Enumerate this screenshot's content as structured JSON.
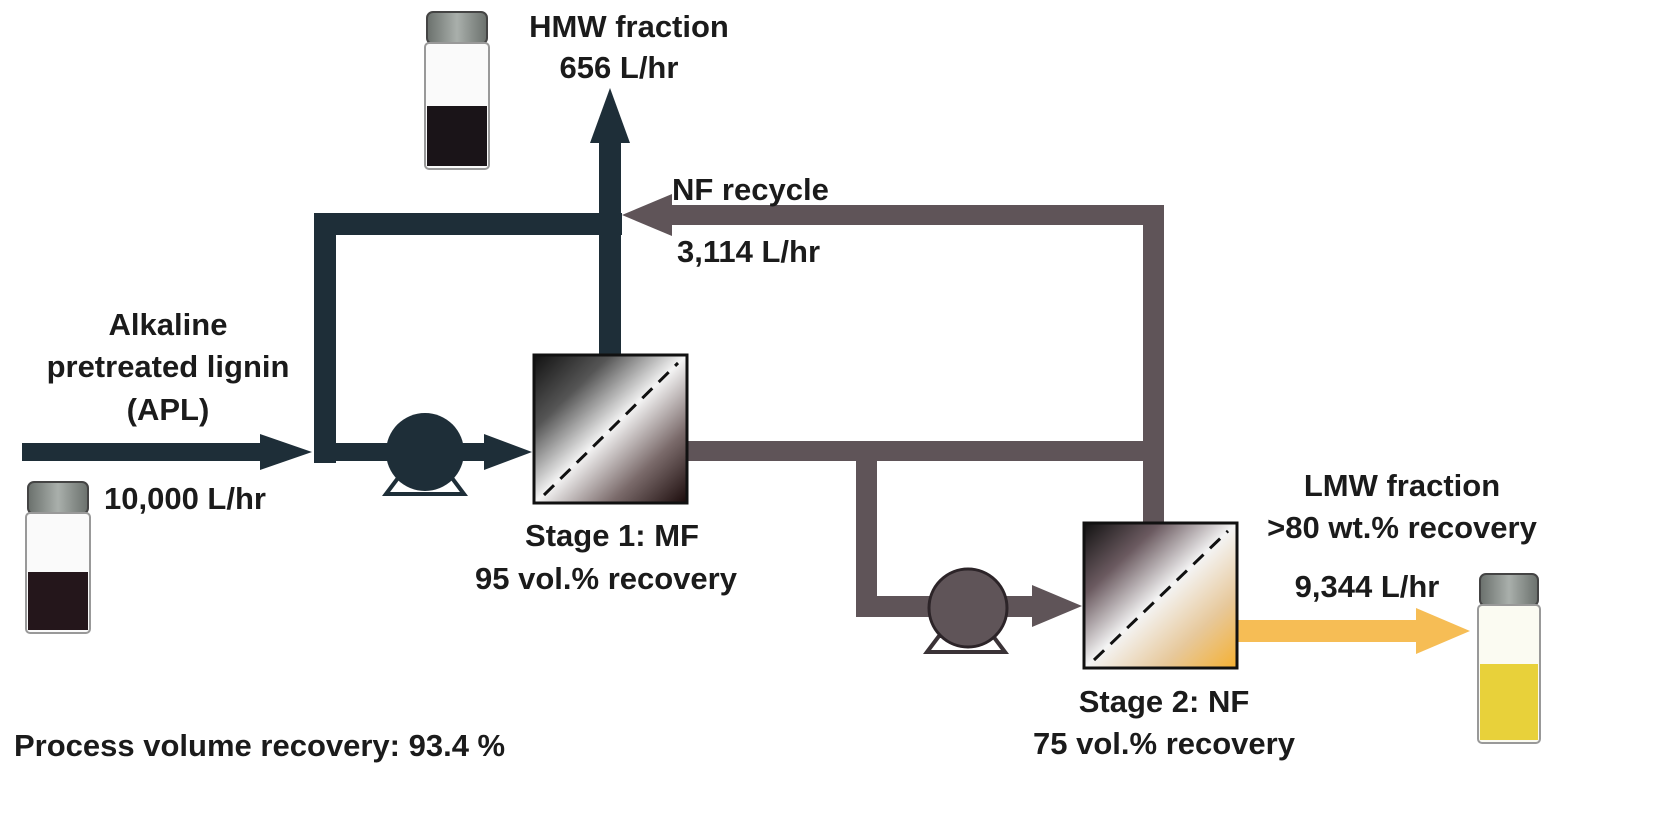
{
  "feed": {
    "name_lines": [
      "Alkaline",
      "pretreated lignin",
      "(APL)"
    ],
    "flow": "10,000 L/hr"
  },
  "hmw": {
    "title": "HMW fraction",
    "flow": "656 L/hr"
  },
  "nf_recycle": {
    "title": "NF recycle",
    "flow": "3,114 L/hr"
  },
  "stage1": {
    "title": "Stage 1: MF",
    "recovery": "95 vol.% recovery"
  },
  "stage2": {
    "title": "Stage 2: NF",
    "recovery": "75 vol.% recovery"
  },
  "lmw": {
    "title": "LMW fraction",
    "recovery": ">80 wt.% recovery",
    "flow": "9,344 L/hr"
  },
  "process_recovery": "Process volume recovery: 93.4 %",
  "colors": {
    "dark_line": "#1e2e38",
    "gray_line": "#5f5458",
    "lmw_stream": "#f6bd55",
    "feed_liquid": "#24161b",
    "lmw_liquid": "#e8d13a"
  }
}
